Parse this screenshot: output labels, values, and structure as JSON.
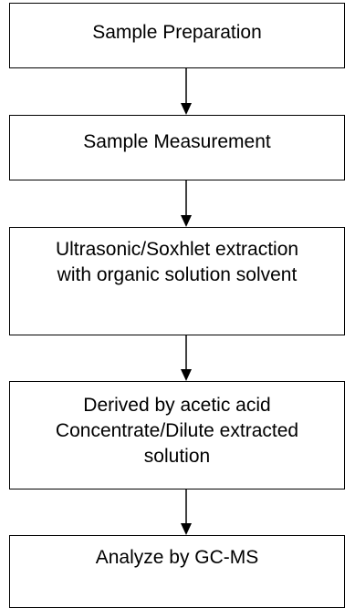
{
  "flowchart": {
    "steps": [
      {
        "label": "Sample Preparation"
      },
      {
        "label": "Sample Measurement"
      },
      {
        "label": "Ultrasonic/Soxhlet extraction\nwith organic solution solvent"
      },
      {
        "label": "Derived by acetic acid\nConcentrate/Dilute extracted\nsolution"
      },
      {
        "label": "Analyze by GC-MS"
      }
    ]
  },
  "colors": {
    "stroke": "#000000",
    "background": "#ffffff"
  }
}
